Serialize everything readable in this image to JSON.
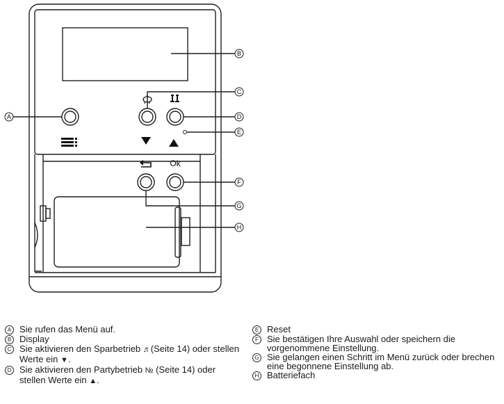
{
  "diagram": {
    "callouts": [
      "A",
      "B",
      "C",
      "D",
      "E",
      "F",
      "G",
      "H"
    ],
    "ok_label": "Ok"
  },
  "legend_left": [
    {
      "key": "A",
      "text": "Sie rufen das Menü auf."
    },
    {
      "key": "B",
      "text": "Display"
    },
    {
      "key": "C",
      "text_before": "Sie aktivieren den Sparbetrieb ",
      "icon": "piggy-bank-icon",
      "text_after": "(Seite 14) oder stellen Werte ein ",
      "icon2": "arrow-down-icon",
      "text_end": "."
    },
    {
      "key": "D",
      "text_before": "Sie aktivieren den Partybetrieb ",
      "icon": "party-glasses-icon",
      "text_after": " (Seite 14) oder stellen Werte ein ",
      "icon2": "arrow-up-icon",
      "text_end": "."
    }
  ],
  "legend_right": [
    {
      "key": "E",
      "text": "Reset"
    },
    {
      "key": "F",
      "text": "Sie bestätigen Ihre Auswahl oder speichern die vorgenommene Einstellung."
    },
    {
      "key": "G",
      "text": "Sie gelangen einen Schritt im Menü zurück oder brechen eine begonnene Einstellung ab."
    },
    {
      "key": "H",
      "text": "Batteriefach"
    }
  ],
  "colors": {
    "line": "#1f1f1f",
    "background": "#ffffff"
  }
}
